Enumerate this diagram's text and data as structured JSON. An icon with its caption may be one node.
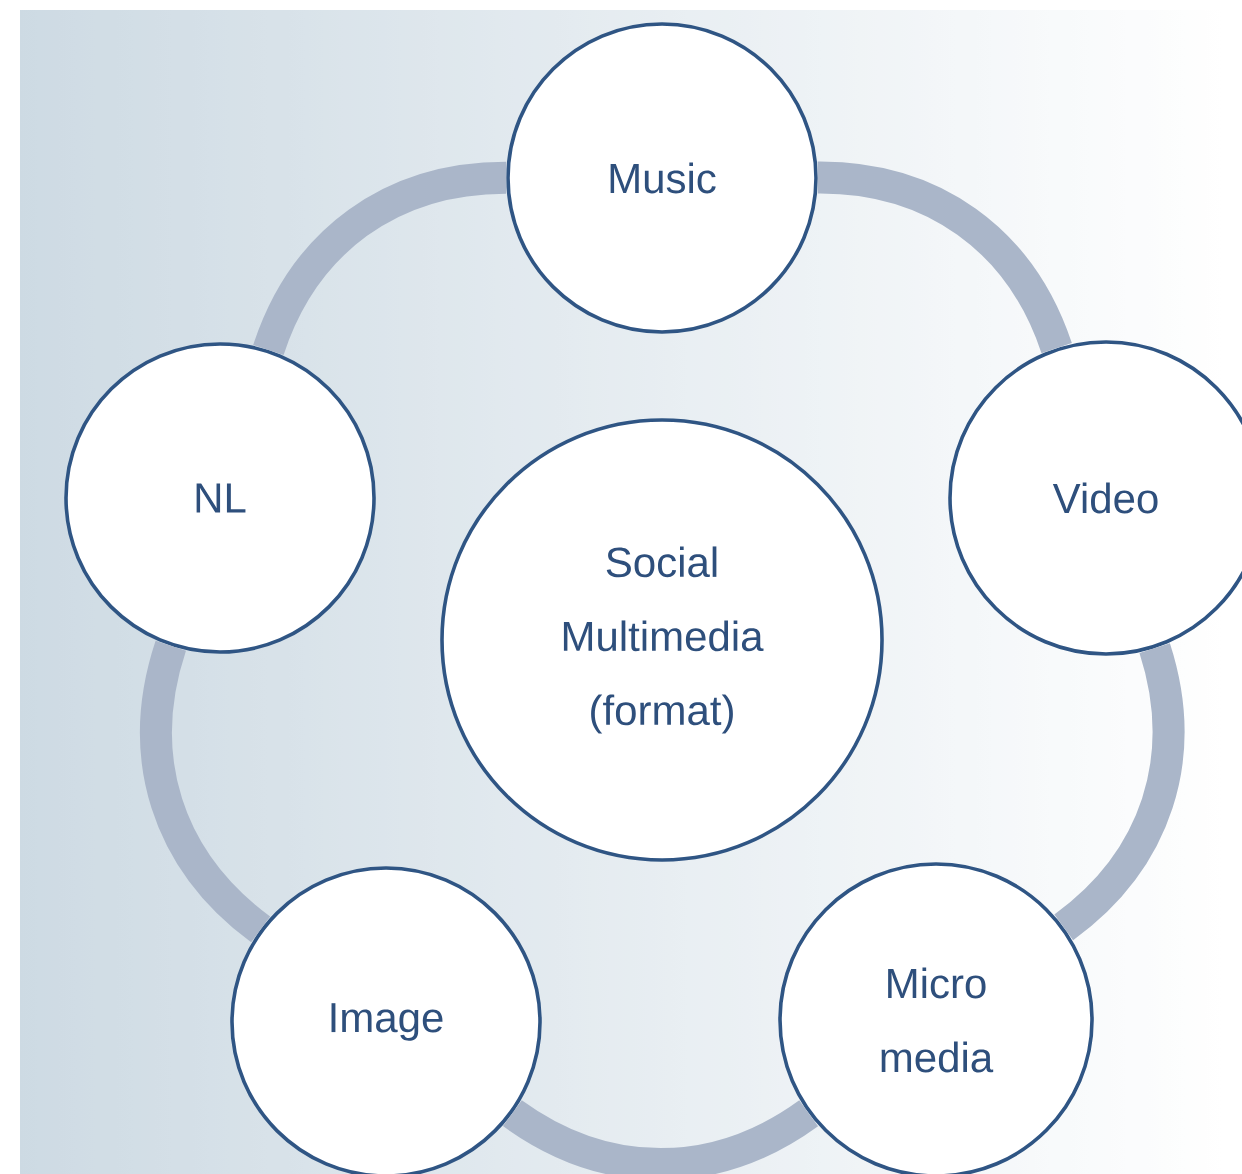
{
  "diagram": {
    "nodes": [
      {
        "text": [
          "Social Multimedia (format)"
        ]
      },
      {
        "text": [
          "Music"
        ]
      },
      {
        "text": [
          "Video"
        ]
      },
      {
        "text": [
          "Micro media"
        ]
      },
      {
        "text": [
          "Image"
        ]
      },
      {
        "text": [
          "NL"
        ]
      }
    ],
    "edges": [
      {
        "from": 1,
        "to": 2,
        "arrow": "none"
      },
      {
        "from": 2,
        "to": 3,
        "arrow": "none"
      },
      {
        "from": 3,
        "to": 4,
        "arrow": "none"
      },
      {
        "from": 4,
        "to": 5,
        "arrow": "none"
      },
      {
        "from": 5,
        "to": 1,
        "arrow": "none"
      }
    ]
  }
}
